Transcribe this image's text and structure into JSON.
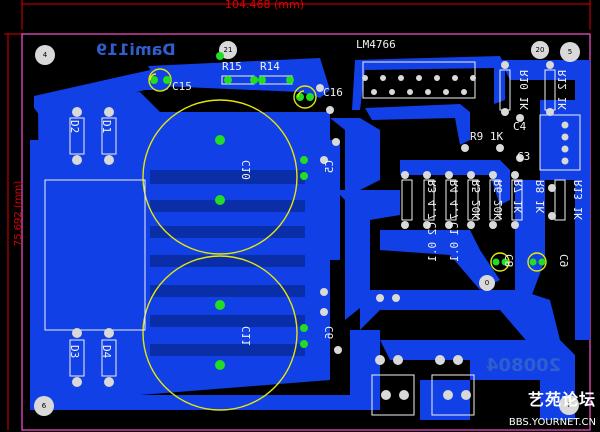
{
  "dimensions": {
    "width_label": "104.468 (mm)",
    "height_label": "75.692 (mm)"
  },
  "board": {
    "title_mirrored": "Dami119",
    "date_mirrored": "200804",
    "ic_label": "LM4766"
  },
  "components": {
    "c15": "C15",
    "c16": "C16",
    "r15": "R15",
    "r14": "R14",
    "c10": "C10",
    "c11": "C11",
    "c5": "C5",
    "c6": "C6",
    "d1": "D1",
    "d2": "D2",
    "d3": "D3",
    "d4": "D4",
    "r10": "R10 1K",
    "r12": "R12 1K",
    "c4": "C4",
    "c3": "C3",
    "r9": "R9 1K",
    "r3": "R3 4.7",
    "r4": "R4 4.7",
    "r5": "R5 20K",
    "r6": "R6 20K",
    "c2": "C2 0.1",
    "c1": "C1 0.1",
    "r7": "R7 1K",
    "r8": "R8 1K",
    "r13": "R13 1K",
    "c8": "C8",
    "c9": "C9"
  },
  "hole_numbers": [
    "4",
    "21",
    "20",
    "5",
    "6",
    "0",
    "7"
  ],
  "watermark": {
    "cn": "艺苑论坛",
    "url": "BBS.YOURNET.CN"
  },
  "colors": {
    "copper": "#1040e6",
    "copper_dark": "#0a2ea8",
    "pad": "#d9d9d9",
    "silk": "#f2f2f2",
    "green_pad": "#22dd22",
    "yellow": "#e6e60a",
    "outline": "#ff4fd0",
    "dim": "#e00000"
  }
}
